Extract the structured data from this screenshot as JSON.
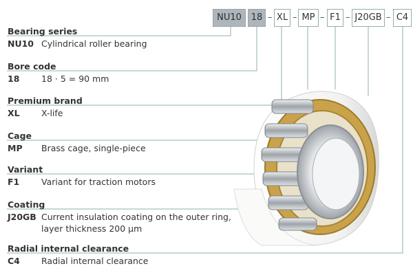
{
  "code_boxes": {
    "series": "NU10",
    "bore": "18",
    "premium": "XL",
    "cage": "MP",
    "variant": "F1",
    "coating": "J20GB",
    "clearance": "C4",
    "separator": "–"
  },
  "sections": [
    {
      "title": "Bearing series",
      "code": "NU10",
      "description": "Cylindrical roller bearing"
    },
    {
      "title": "Bore code",
      "code": "18",
      "description": "18 · 5 = 90 mm"
    },
    {
      "title": "Premium brand",
      "code": "XL",
      "description": "X-life"
    },
    {
      "title": "Cage",
      "code": "MP",
      "description": "Brass cage, single-piece"
    },
    {
      "title": "Variant",
      "code": "F1",
      "description": "Variant for traction motors"
    },
    {
      "title": "Coating",
      "code": "J20GB",
      "description": "Current insulation coating on the outer ring,",
      "description_line2": "layer thickness 200 µm"
    },
    {
      "title": "Radial internal clearance",
      "code": "C4",
      "description": "Radial internal clearance"
    }
  ],
  "colors": {
    "leader_line": "#8fb0a4",
    "grey_box": "#aeb6bc",
    "cage_brass": "#c9a24a",
    "outer_ring": "#f7f7f5",
    "steel": "#b9bec2"
  }
}
